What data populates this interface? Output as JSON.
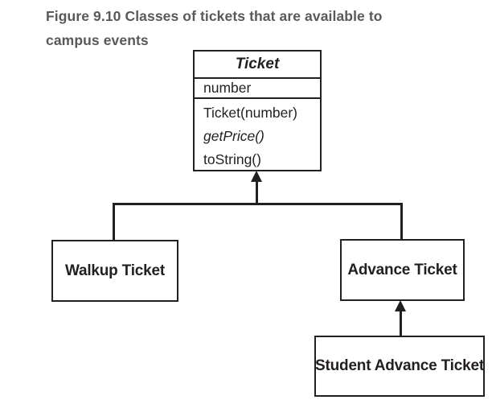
{
  "figure": {
    "caption_lines": [
      "Figure 9.10 Classes of tickets that are available to",
      "campus events"
    ],
    "caption_color": "#58595b"
  },
  "diagram": {
    "type": "uml-class-diagram",
    "line_color": "#231f20",
    "classes": [
      {
        "name": "Ticket",
        "attributes": [
          "number"
        ],
        "methods": [
          "Ticket(number)",
          "getPrice()",
          "toString()"
        ]
      },
      {
        "name": "Walkup Ticket"
      },
      {
        "name": "Advance Ticket"
      },
      {
        "name": "Student Advance Ticket"
      }
    ],
    "relations": [
      {
        "from": "Walkup Ticket",
        "to": "Ticket",
        "type": "inheritance"
      },
      {
        "from": "Advance Ticket",
        "to": "Ticket",
        "type": "inheritance"
      },
      {
        "from": "Student Advance Ticket",
        "to": "Advance Ticket",
        "type": "inheritance"
      }
    ]
  }
}
